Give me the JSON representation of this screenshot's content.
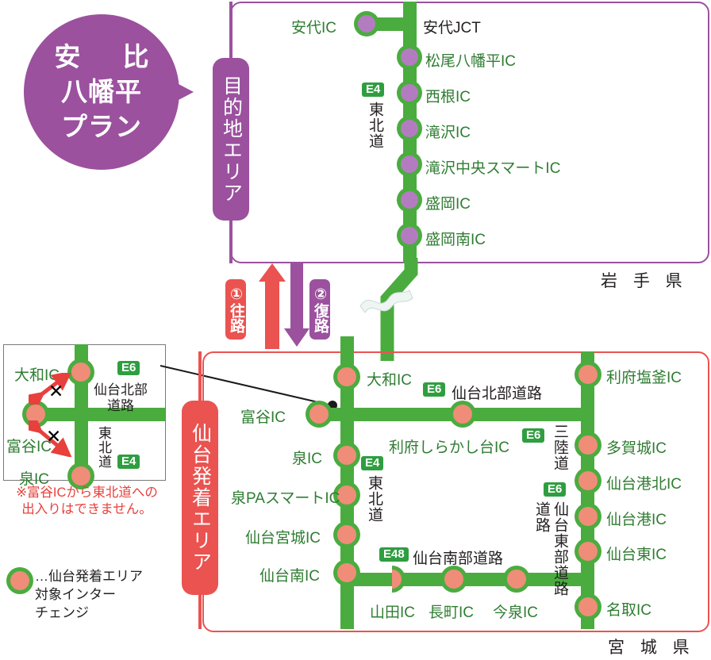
{
  "balloon": {
    "line1": "安 比",
    "line2": "八幡平",
    "line3": "プラン",
    "color": "#9b519e"
  },
  "areas": {
    "destination": {
      "label": "目的地エリア",
      "color": "#9b519e"
    },
    "departure": {
      "label": "仙台発着エリア",
      "color": "#ea5350"
    }
  },
  "flow": {
    "outbound": {
      "number": "①",
      "label": "往路",
      "color": "#ea5350"
    },
    "return": {
      "number": "②",
      "label": "復路",
      "color": "#9b519e"
    }
  },
  "prefectures": {
    "iwate": "岩 手 県",
    "miyagi": "宮 城 県"
  },
  "destination_area": {
    "route_shield": "E4",
    "route_name": "東北道",
    "jct": "安代JCT",
    "branch_ic": "安代IC",
    "ics": [
      "松尾八幡平IC",
      "西根IC",
      "滝沢IC",
      "滝沢中央スマートIC",
      "盛岡IC",
      "盛岡南IC"
    ]
  },
  "departure_area": {
    "tohoku_shield": "E4",
    "tohoku_name": "東北道",
    "hokubu_shield": "E6",
    "hokubu_name": "仙台北部道路",
    "nanbu_shield": "E48",
    "nanbu_name": "仙台南部道路",
    "sanriku_shield": "E6",
    "sanriku_name": "三陸道",
    "tobu_shield": "E6",
    "tobu_name": "仙台東部道路",
    "tobu_name2": "道路",
    "left_ics": [
      "大和IC",
      "富谷IC",
      "泉IC",
      "泉PAスマートIC",
      "仙台宮城IC",
      "仙台南IC"
    ],
    "center_ic": "利府しらかし台IC",
    "bottom_ics": [
      "山田IC",
      "長町IC",
      "今泉IC"
    ],
    "right_ics": [
      "利府塩釜IC",
      "多賀城IC",
      "仙台港北IC",
      "仙台港IC",
      "仙台東IC",
      "名取IC"
    ]
  },
  "inset": {
    "ics": [
      "大和IC",
      "富谷IC",
      "泉IC"
    ],
    "shield_e6": "E6",
    "name_e6_l1": "仙台北部",
    "name_e6_l2": "道路",
    "shield_e4": "E4",
    "name_e4": "東北道",
    "note_line1": "※富谷ICから東北道への",
    "note_line2": "出入りはできません。"
  },
  "legend": {
    "marker": "salmon-circle-icon",
    "text": "…仙台発着エリア\n   対象インター\n   チェンジ"
  },
  "colors": {
    "road_green": "#4aac3f",
    "node_salmon": "#ef8d79",
    "node_purple": "#b47cc0",
    "purple": "#9b519e",
    "red": "#ea5350",
    "shield_green": "#2f9e41",
    "ic_text_green": "#2f7d32"
  }
}
